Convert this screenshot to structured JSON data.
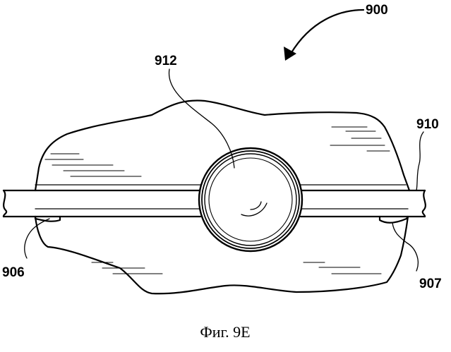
{
  "labels": {
    "assembly": "900",
    "ball": "912",
    "rod": "910",
    "left_notch": "906",
    "right_notch": "907"
  },
  "caption": "Фиг. 9E"
}
